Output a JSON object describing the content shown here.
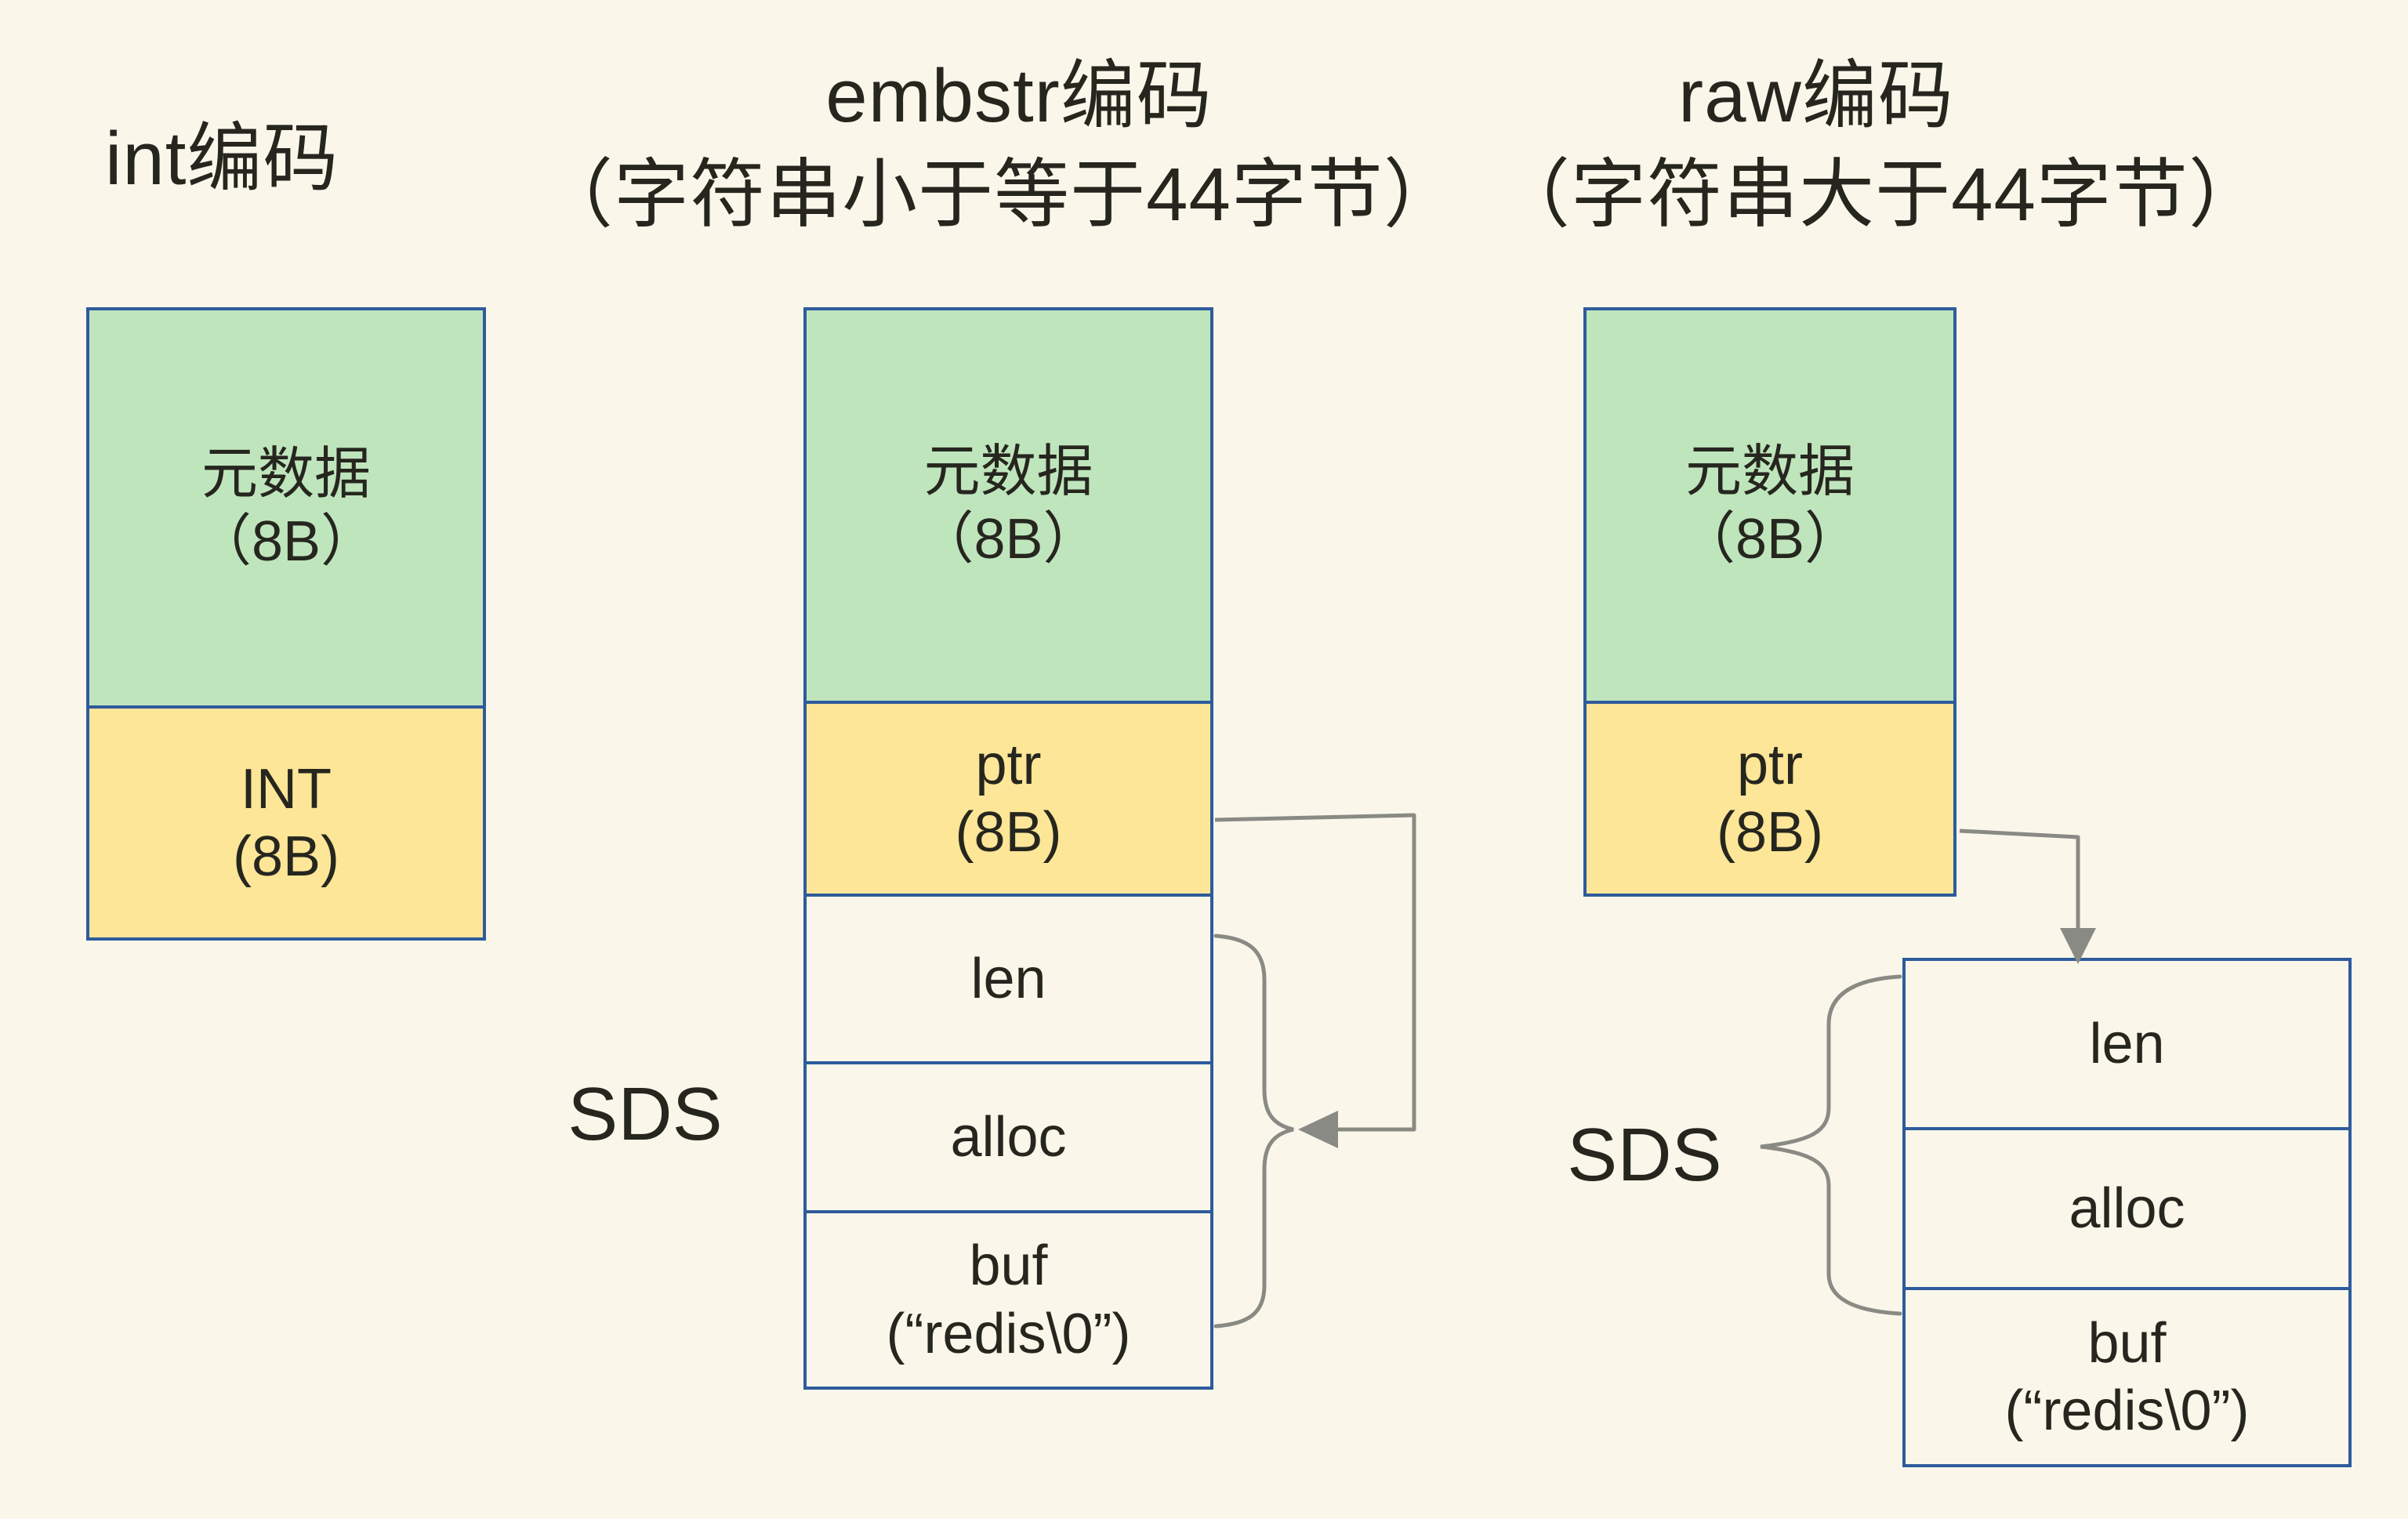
{
  "diagram": {
    "headers": {
      "int_line1": "int编码",
      "embstr_line1": "embstr编码",
      "embstr_line2": "（字符串小于等于44字节）",
      "raw_line1": "raw编码",
      "raw_line2": "（字符串大于44字节）"
    },
    "int_column": {
      "metadata_line1": "元数据",
      "metadata_line2": "（8B）",
      "int_line1": "INT",
      "int_line2": "(8B)"
    },
    "embstr_column": {
      "metadata_line1": "元数据",
      "metadata_line2": "（8B）",
      "ptr_line1": "ptr",
      "ptr_line2": "(8B)",
      "len": "len",
      "alloc": "alloc",
      "buf_line1": "buf",
      "buf_line2": "(“redis\\0”)",
      "sds_label": "SDS"
    },
    "raw_column": {
      "metadata_line1": "元数据",
      "metadata_line2": "（8B）",
      "ptr_line1": "ptr",
      "ptr_line2": "(8B)",
      "len": "len",
      "alloc": "alloc",
      "buf_line1": "buf",
      "buf_line2": "(“redis\\0”)",
      "sds_label": "SDS"
    },
    "colors": {
      "background": "#faf7ea",
      "box_border_blue": "#2e5b9c",
      "metadata_green": "#bfe5bc",
      "pointer_yellow": "#fde697",
      "arrow_gray": "#8a8a85",
      "text": "#26261f"
    }
  }
}
